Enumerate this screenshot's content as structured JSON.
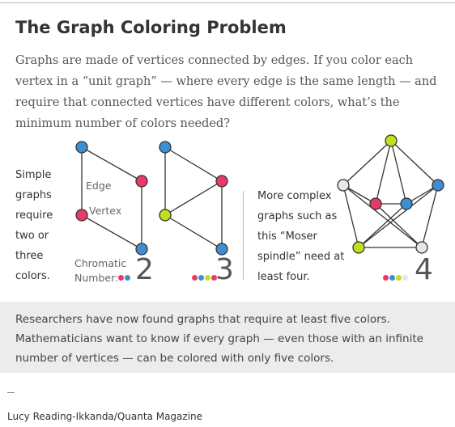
{
  "header": {
    "title": "The Graph Coloring Problem",
    "intro": "Graphs are made of vertices connected by edges. If you color each vertex in a “unit graph” — where every edge is the same length — and require that connected vertices have different colors, what’s the minimum number of colors needed?"
  },
  "left_panel": {
    "caption": "Simple graphs require two or three colors.",
    "edge_label": "Edge",
    "vertex_label": "Vertex",
    "chromatic_label_line1": "Chromatic",
    "chromatic_label_line2": "Number:",
    "graph1_number": "2",
    "graph2_number": "3"
  },
  "right_panel": {
    "caption": "More complex graphs such as this “Moser spindle” need at least four.",
    "graph3_number": "4"
  },
  "colors": {
    "blue": "#3d8fd1",
    "pink": "#e8396a",
    "green": "#c4de1c",
    "gray": "#e6e6e6"
  },
  "chromatic_dots": {
    "graph1": [
      "#e8396a",
      "#3d8fd1"
    ],
    "graph2": [
      "#e8396a",
      "#3d8fd1",
      "#c4de1c",
      "#e8396a"
    ],
    "graph3": [
      "#e8396a",
      "#3d8fd1",
      "#c4de1c",
      "#e6e6e6"
    ]
  },
  "footer": {
    "box_text": "Researchers have now found graphs that require at least five colors. Mathematicians want to know if every graph — even those with an infinite number of vertices — can be colored with only five colors.",
    "credit": "Lucy Reading-Ikkanda/Quanta Magazine"
  }
}
